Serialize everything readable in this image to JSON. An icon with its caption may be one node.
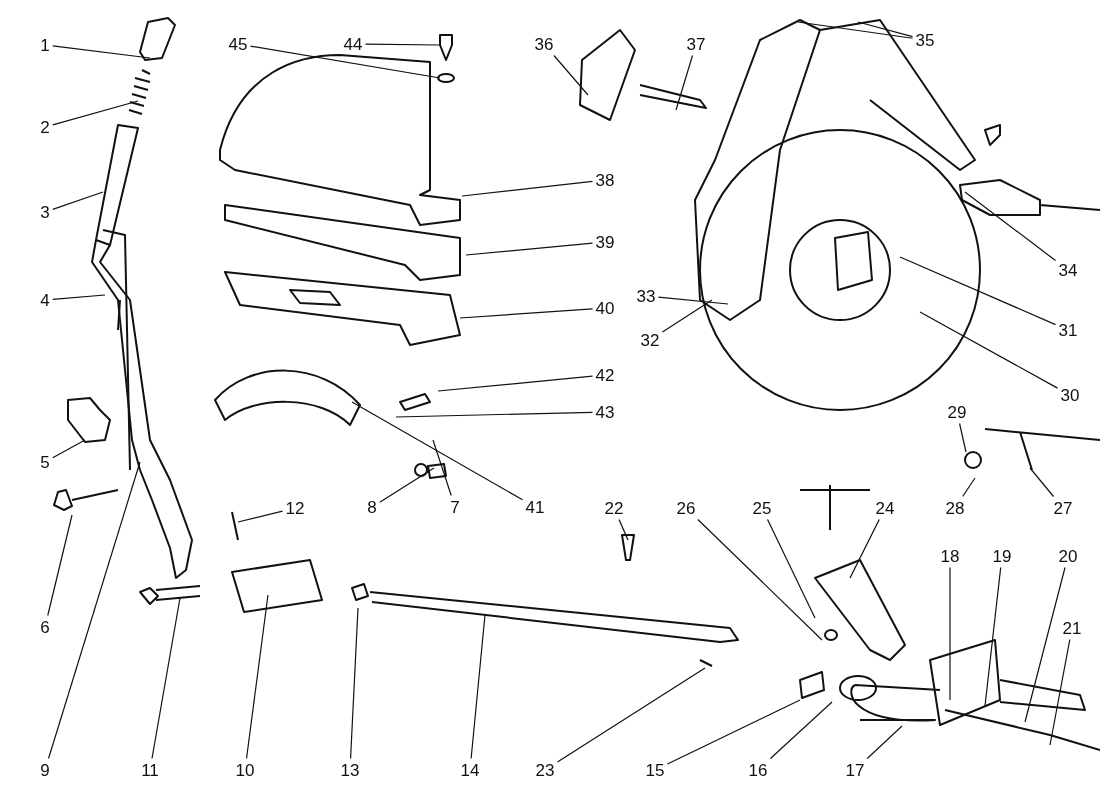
{
  "diagram": {
    "nodes": [
      {
        "text": [
          "1"
        ]
      },
      {
        "text": [
          "2"
        ]
      },
      {
        "text": [
          "3"
        ]
      },
      {
        "text": [
          "4"
        ]
      },
      {
        "text": [
          "5"
        ]
      },
      {
        "text": [
          "6"
        ]
      },
      {
        "text": [
          "7"
        ]
      },
      {
        "text": [
          "8"
        ]
      },
      {
        "text": [
          "9"
        ]
      },
      {
        "text": [
          "10"
        ]
      },
      {
        "text": [
          "11"
        ]
      },
      {
        "text": [
          "12"
        ]
      },
      {
        "text": [
          "13"
        ]
      },
      {
        "text": [
          "14"
        ]
      },
      {
        "text": [
          "15"
        ]
      },
      {
        "text": [
          "16"
        ]
      },
      {
        "text": [
          "17"
        ]
      },
      {
        "text": [
          "18"
        ]
      },
      {
        "text": [
          "19"
        ]
      },
      {
        "text": [
          "20"
        ]
      },
      {
        "text": [
          "21"
        ]
      },
      {
        "text": [
          "22"
        ]
      },
      {
        "text": [
          "23"
        ]
      },
      {
        "text": [
          "24"
        ]
      },
      {
        "text": [
          "25"
        ]
      },
      {
        "text": [
          "26"
        ]
      },
      {
        "text": [
          "27"
        ]
      },
      {
        "text": [
          "28"
        ]
      },
      {
        "text": [
          "29"
        ]
      },
      {
        "text": [
          "30"
        ]
      },
      {
        "text": [
          "31"
        ]
      },
      {
        "text": [
          "32"
        ]
      },
      {
        "text": [
          "33"
        ]
      },
      {
        "text": [
          "34"
        ]
      },
      {
        "text": [
          "35"
        ]
      },
      {
        "text": [
          "36"
        ]
      },
      {
        "text": [
          "37"
        ]
      },
      {
        "text": [
          "38"
        ]
      },
      {
        "text": [
          "39"
        ]
      },
      {
        "text": [
          "40"
        ]
      },
      {
        "text": [
          "41"
        ]
      },
      {
        "text": [
          "42"
        ]
      },
      {
        "text": [
          "43"
        ]
      },
      {
        "text": [
          "44"
        ]
      },
      {
        "text": [
          "45"
        ]
      }
    ],
    "edges": [
      {
        "from": 0,
        "to": null,
        "arrow": "none"
      },
      {
        "from": 1,
        "to": null,
        "arrow": "none"
      },
      {
        "from": 2,
        "to": null,
        "arrow": "none"
      },
      {
        "from": 3,
        "to": null,
        "arrow": "none"
      },
      {
        "from": 4,
        "to": null,
        "arrow": "none"
      },
      {
        "from": 5,
        "to": null,
        "arrow": "none"
      },
      {
        "from": 6,
        "to": null,
        "arrow": "none"
      },
      {
        "from": 7,
        "to": null,
        "arrow": "none"
      },
      {
        "from": 8,
        "to": null,
        "arrow": "none"
      },
      {
        "from": 9,
        "to": null,
        "arrow": "none"
      },
      {
        "from": 10,
        "to": null,
        "arrow": "none"
      },
      {
        "from": 11,
        "to": null,
        "arrow": "none"
      },
      {
        "from": 12,
        "to": null,
        "arrow": "none"
      },
      {
        "from": 13,
        "to": null,
        "arrow": "none"
      },
      {
        "from": 14,
        "to": null,
        "arrow": "none"
      },
      {
        "from": 15,
        "to": null,
        "arrow": "none"
      },
      {
        "from": 16,
        "to": null,
        "arrow": "none"
      },
      {
        "from": 17,
        "to": null,
        "arrow": "none"
      },
      {
        "from": 18,
        "to": null,
        "arrow": "none"
      },
      {
        "from": 19,
        "to": null,
        "arrow": "none"
      },
      {
        "from": 20,
        "to": null,
        "arrow": "none"
      },
      {
        "from": 21,
        "to": null,
        "arrow": "none"
      },
      {
        "from": 22,
        "to": null,
        "arrow": "none"
      },
      {
        "from": 23,
        "to": null,
        "arrow": "none"
      },
      {
        "from": 24,
        "to": null,
        "arrow": "none"
      },
      {
        "from": 25,
        "to": null,
        "arrow": "none"
      },
      {
        "from": 26,
        "to": null,
        "arrow": "none"
      },
      {
        "from": 27,
        "to": null,
        "arrow": "none"
      },
      {
        "from": 28,
        "to": null,
        "arrow": "none"
      },
      {
        "from": 29,
        "to": null,
        "arrow": "none"
      },
      {
        "from": 30,
        "to": null,
        "arrow": "none"
      },
      {
        "from": 31,
        "to": null,
        "arrow": "none"
      },
      {
        "from": 32,
        "to": null,
        "arrow": "none"
      },
      {
        "from": 33,
        "to": null,
        "arrow": "none"
      },
      {
        "from": 34,
        "to": null,
        "arrow": "none"
      },
      {
        "from": 34,
        "to": null,
        "arrow": "none"
      },
      {
        "from": 35,
        "to": null,
        "arrow": "none"
      },
      {
        "from": 36,
        "to": null,
        "arrow": "none"
      },
      {
        "from": 37,
        "to": null,
        "arrow": "none"
      },
      {
        "from": 38,
        "to": null,
        "arrow": "none"
      },
      {
        "from": 39,
        "to": null,
        "arrow": "none"
      },
      {
        "from": 40,
        "to": null,
        "arrow": "none"
      },
      {
        "from": 41,
        "to": null,
        "arrow": "none"
      },
      {
        "from": 42,
        "to": null,
        "arrow": "none"
      },
      {
        "from": 43,
        "to": null,
        "arrow": "none"
      },
      {
        "from": 44,
        "to": null,
        "arrow": "none"
      }
    ]
  }
}
